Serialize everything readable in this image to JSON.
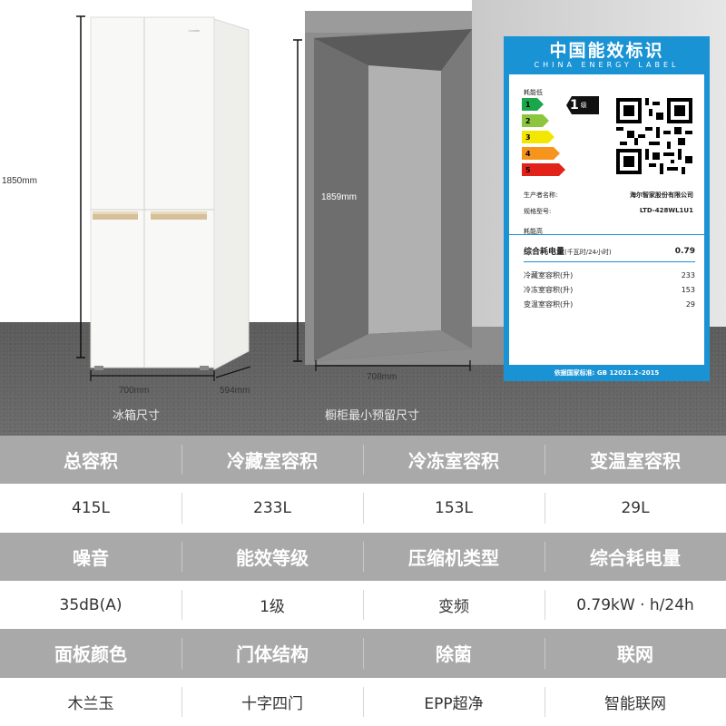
{
  "product": {
    "brand_logo_text": "Leader",
    "fridge_height": "1850mm",
    "fridge_width": "700mm",
    "fridge_depth": "594mm",
    "fridge_caption": "冰箱尺寸",
    "cabinet_height": "1859mm",
    "cabinet_width": "708mm",
    "cabinet_caption": "橱柜最小预留尺寸"
  },
  "energy_label": {
    "title_cn": "中国能效标识",
    "title_en": "CHINA ENERGY LABEL",
    "low_consumption": "耗能低",
    "high_consumption": "耗能高",
    "grades": [
      "1",
      "2",
      "3",
      "4",
      "5"
    ],
    "grade_colors": [
      "#1aa64a",
      "#8cc63f",
      "#f3e600",
      "#f7941d",
      "#e2231a"
    ],
    "current_grade": "1",
    "grade_suffix": "级",
    "manufacturer_label": "生产者名称:",
    "manufacturer": "海尔智家股份有限公司",
    "model_label": "规格型号:",
    "model": "LTD-428WL1U1",
    "consumption_label": "综合耗电量",
    "consumption_unit": "(千瓦时/24小时)",
    "consumption_value": "0.79",
    "rows": [
      {
        "label": "冷藏室容积(升)",
        "value": "233"
      },
      {
        "label": "冷冻室容积(升)",
        "value": "153"
      },
      {
        "label": "变温室容积(升)",
        "value": "29"
      }
    ],
    "standard": "依据国家标准: GB 12021.2–2015",
    "accent_color": "#1a93d4"
  },
  "specs": [
    {
      "headers": [
        "总容积",
        "冷藏室容积",
        "冷冻室容积",
        "变温室容积"
      ],
      "values": [
        "415L",
        "233L",
        "153L",
        "29L"
      ]
    },
    {
      "headers": [
        "噪音",
        "能效等级",
        "压缩机类型",
        "综合耗电量"
      ],
      "values": [
        "35dB(A)",
        "1级",
        "变频",
        "0.79kW · h/24h"
      ]
    },
    {
      "headers": [
        "面板颜色",
        "门体结构",
        "除菌",
        "联网"
      ],
      "values": [
        "木兰玉",
        "十字四门",
        "EPP超净",
        "智能联网"
      ]
    }
  ]
}
